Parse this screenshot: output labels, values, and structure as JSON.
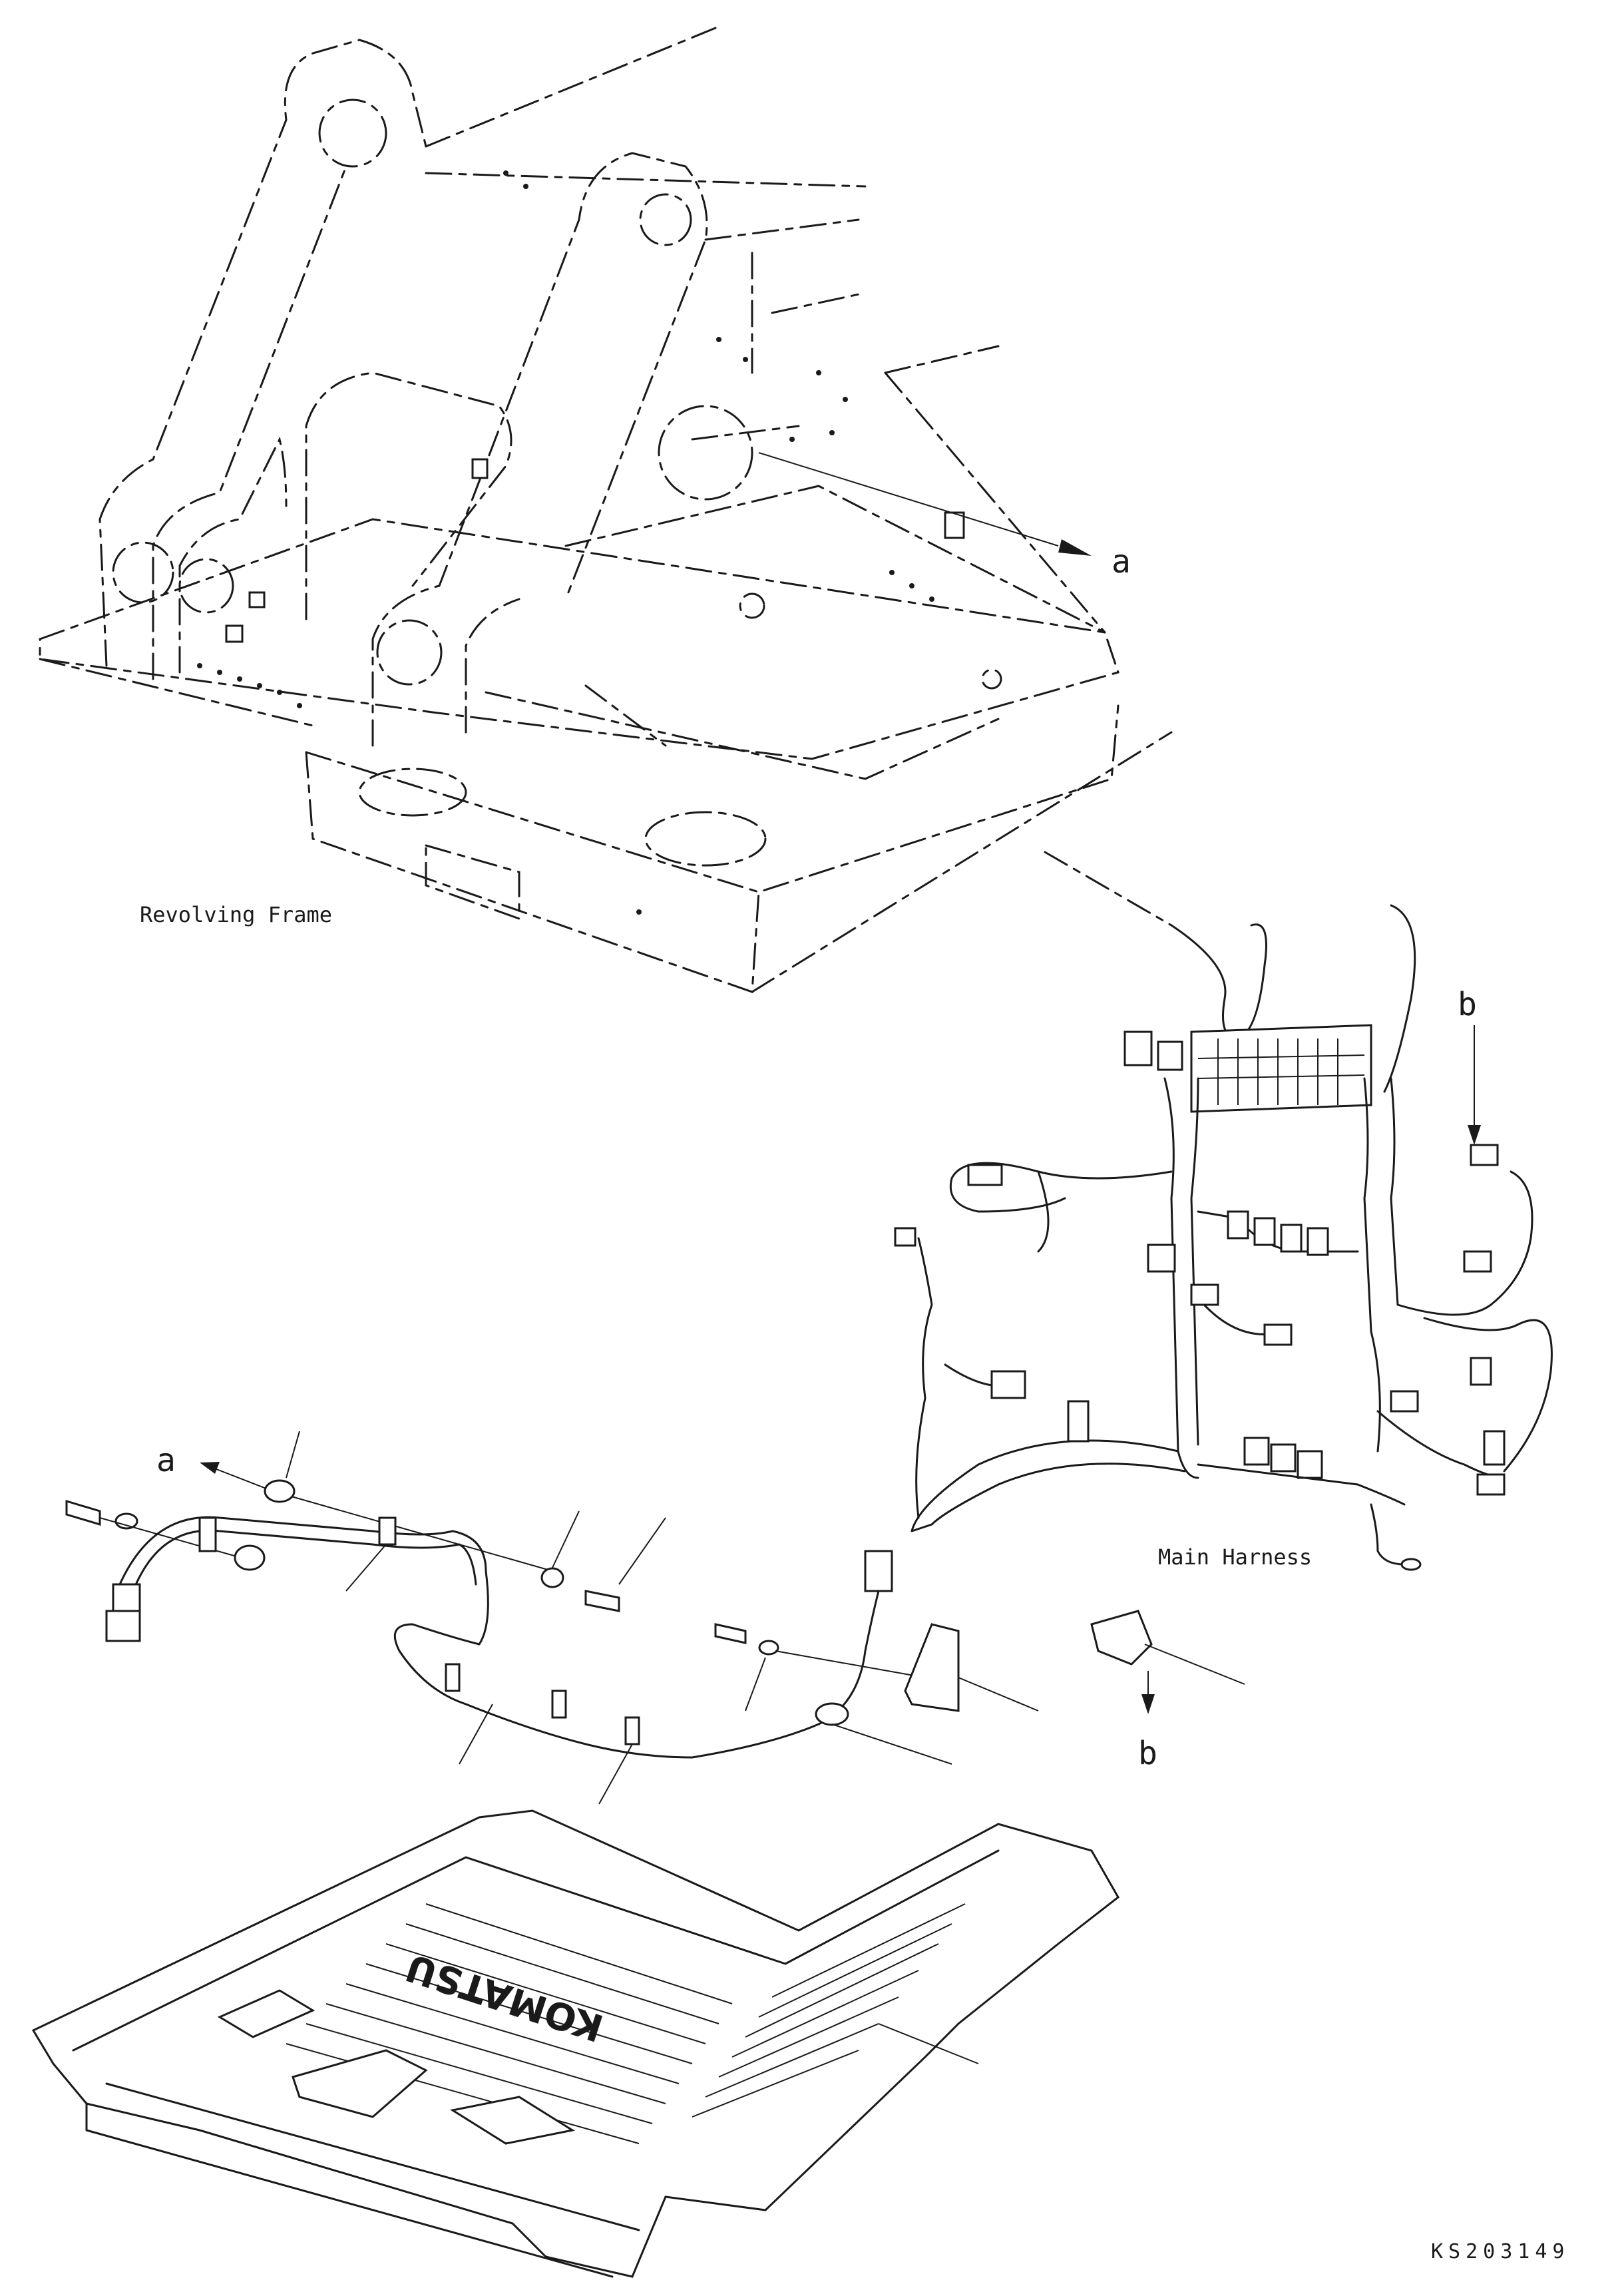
{
  "labels": {
    "revolving_frame": "Revolving Frame",
    "main_harness": "Main Harness",
    "ref_a_top": "a",
    "ref_a_left": "a",
    "ref_b_top": "b",
    "ref_b_bottom": "b",
    "mat_brand": "KOMATSU",
    "drawing_code": "KS203149"
  },
  "colors": {
    "line": "#1a1a1a",
    "background": "#ffffff"
  }
}
